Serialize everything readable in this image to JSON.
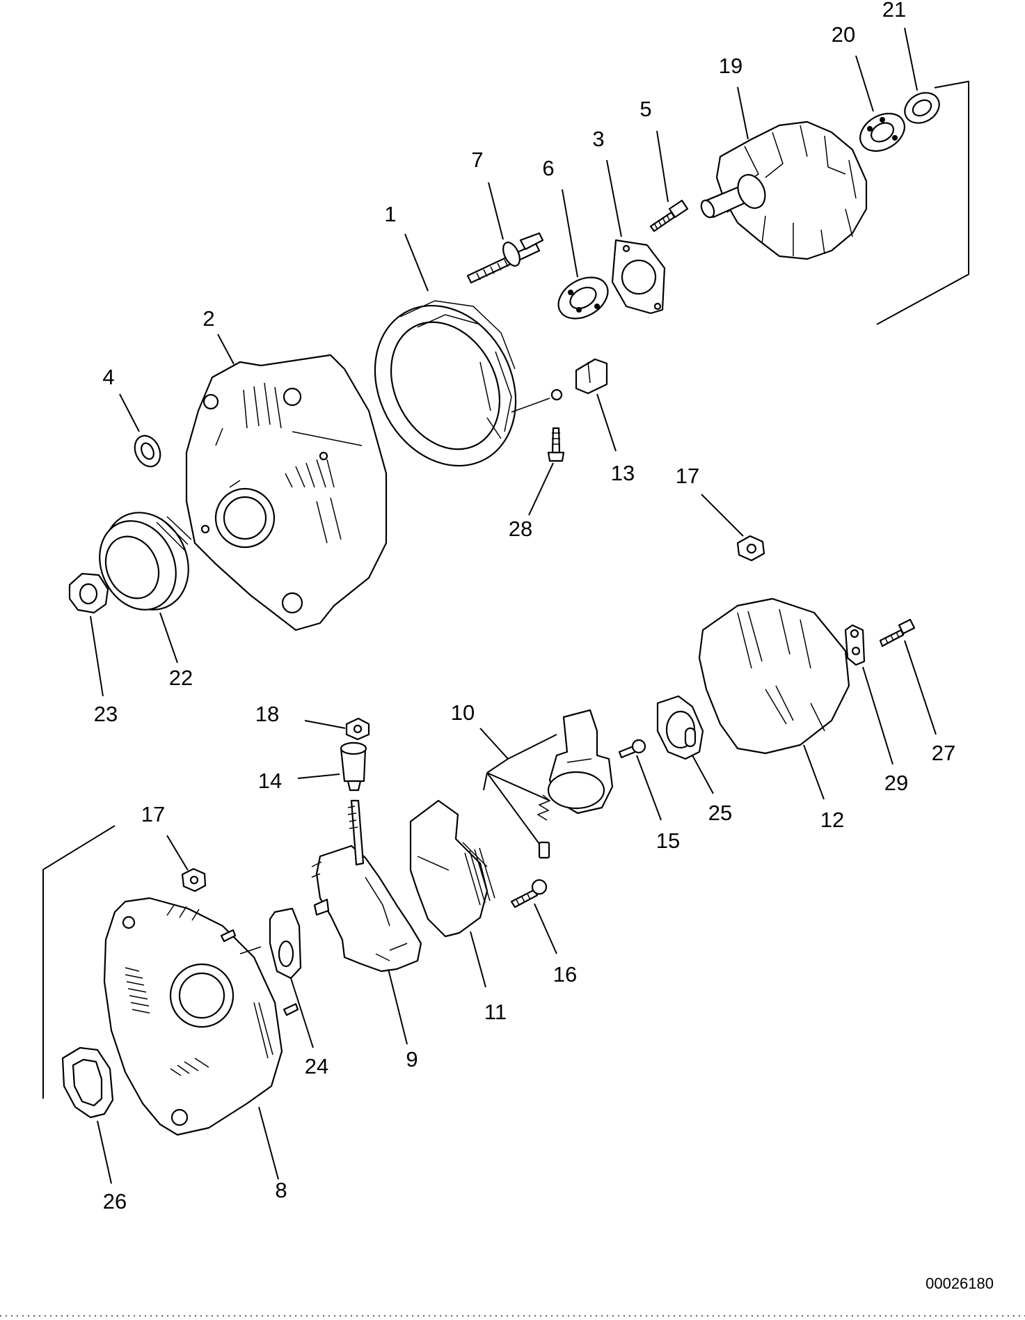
{
  "figure_number": "00026180",
  "callouts": [
    {
      "id": "c1",
      "text": "1"
    },
    {
      "id": "c2",
      "text": "2"
    },
    {
      "id": "c3",
      "text": "3"
    },
    {
      "id": "c4",
      "text": "4"
    },
    {
      "id": "c5",
      "text": "5"
    },
    {
      "id": "c6",
      "text": "6"
    },
    {
      "id": "c7",
      "text": "7"
    },
    {
      "id": "c8",
      "text": "8"
    },
    {
      "id": "c9",
      "text": "9"
    },
    {
      "id": "c10",
      "text": "10"
    },
    {
      "id": "c11",
      "text": "11"
    },
    {
      "id": "c12",
      "text": "12"
    },
    {
      "id": "c13",
      "text": "13"
    },
    {
      "id": "c14",
      "text": "14"
    },
    {
      "id": "c15",
      "text": "15"
    },
    {
      "id": "c16",
      "text": "16"
    },
    {
      "id": "c17a",
      "text": "17"
    },
    {
      "id": "c17b",
      "text": "17"
    },
    {
      "id": "c18",
      "text": "18"
    },
    {
      "id": "c19",
      "text": "19"
    },
    {
      "id": "c20",
      "text": "20"
    },
    {
      "id": "c21",
      "text": "21"
    },
    {
      "id": "c22",
      "text": "22"
    },
    {
      "id": "c23",
      "text": "23"
    },
    {
      "id": "c24",
      "text": "24"
    },
    {
      "id": "c25",
      "text": "25"
    },
    {
      "id": "c26",
      "text": "26"
    },
    {
      "id": "c27",
      "text": "27"
    },
    {
      "id": "c28",
      "text": "28"
    },
    {
      "id": "c29",
      "text": "29"
    }
  ]
}
